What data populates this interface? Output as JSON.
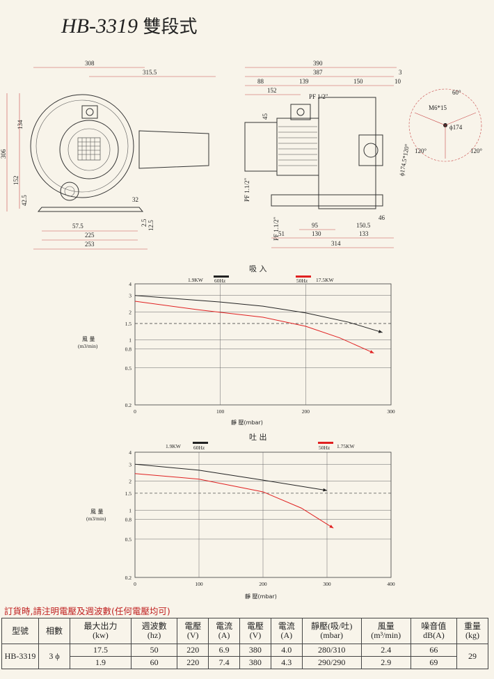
{
  "title": {
    "model": "HB-3319",
    "type": "雙段式"
  },
  "drawing": {
    "front_dims": [
      "308",
      "315.5",
      "306",
      "134",
      "152",
      "42.5",
      "57.5",
      "225",
      "253",
      "32",
      "2.5",
      "12.5"
    ],
    "side_dims": [
      "390",
      "387",
      "3",
      "88",
      "139",
      "150",
      "10",
      "152",
      "PF 1/2\"",
      "45",
      "PF 1.1/2\"",
      "PF 1.1/2\"",
      "46",
      "95",
      "150.5",
      "51",
      "130",
      "133",
      "314"
    ],
    "flange_dims": [
      "60°",
      "M6*15",
      "ϕ174",
      "120°",
      "120°",
      "ϕ174.5*120°"
    ]
  },
  "chart_data": [
    {
      "type": "line",
      "title": "吸 入",
      "xlabel": "靜 壓(mbar)",
      "ylabel": "風 量",
      "ylabel_unit": "(m3/min)",
      "x_ticks": [
        "0",
        "100",
        "200",
        "300"
      ],
      "y_ticks": [
        "4",
        "3",
        "2",
        "1.5",
        "1",
        "0.8",
        "0.5",
        "0.2"
      ],
      "xlim": [
        0,
        300
      ],
      "ylim": [
        0.2,
        4
      ],
      "dashed_line_y": 1.5,
      "legend": [
        {
          "power": "1.9KW",
          "freq": "60Hz",
          "color": "#222222"
        },
        {
          "power": "17.5KW",
          "freq": "50Hz",
          "color": "#e02020"
        }
      ],
      "series": [
        {
          "color": "#222222",
          "x": [
            0,
            100,
            150,
            200,
            250,
            290
          ],
          "y": [
            3.0,
            2.55,
            2.3,
            1.95,
            1.55,
            1.2
          ]
        },
        {
          "color": "#e02020",
          "x": [
            0,
            75,
            150,
            200,
            240,
            280
          ],
          "y": [
            2.6,
            2.1,
            1.75,
            1.4,
            1.05,
            0.72
          ]
        }
      ]
    },
    {
      "type": "line",
      "title": "吐 出",
      "xlabel": "靜 壓(mbar)",
      "ylabel": "風 量",
      "ylabel_unit": "(m3/min)",
      "x_ticks": [
        "0",
        "100",
        "200",
        "300",
        "400"
      ],
      "y_ticks": [
        "4",
        "3",
        "2",
        "1.5",
        "1",
        "0.8",
        "0.5",
        "0.2"
      ],
      "xlim": [
        0,
        400
      ],
      "ylim": [
        0.2,
        4
      ],
      "dashed_line_y": 1.5,
      "legend": [
        {
          "power": "1.9KW",
          "freq": "60Hz",
          "color": "#222222"
        },
        {
          "power": "1.75KW",
          "freq": "50Hz",
          "color": "#e02020"
        }
      ],
      "series": [
        {
          "color": "#222222",
          "x": [
            0,
            100,
            200,
            300
          ],
          "y": [
            3.0,
            2.6,
            2.05,
            1.6
          ]
        },
        {
          "color": "#e02020",
          "x": [
            0,
            100,
            200,
            260,
            310
          ],
          "y": [
            2.4,
            2.1,
            1.55,
            1.05,
            0.65
          ]
        }
      ]
    }
  ],
  "note": "訂貨時,請注明電壓及週波數(任何電壓均可)",
  "table": {
    "headers": [
      {
        "main": "型號",
        "unit": ""
      },
      {
        "main": "相數",
        "unit": ""
      },
      {
        "main": "最大出力",
        "unit": "(kw)"
      },
      {
        "main": "週波數",
        "unit": "(hz)"
      },
      {
        "main": "電壓",
        "unit": "(V)"
      },
      {
        "main": "電流",
        "unit": "(A)"
      },
      {
        "main": "電壓",
        "unit": "(V)"
      },
      {
        "main": "電流",
        "unit": "(A)"
      },
      {
        "main": "靜壓(吸/吐)",
        "unit": "(mbar)"
      },
      {
        "main": "風量",
        "unit": "(m³/min)"
      },
      {
        "main": "噪音值",
        "unit": "dB(A)"
      },
      {
        "main": "重量",
        "unit": "(kg)"
      }
    ],
    "model": "HB-3319",
    "phase": "3 ϕ",
    "rows": [
      [
        "17.5",
        "50",
        "220",
        "6.9",
        "380",
        "4.0",
        "280/310",
        "2.4",
        "66"
      ],
      [
        "1.9",
        "60",
        "220",
        "7.4",
        "380",
        "4.3",
        "290/290",
        "2.9",
        "69"
      ]
    ],
    "weight": "29"
  }
}
